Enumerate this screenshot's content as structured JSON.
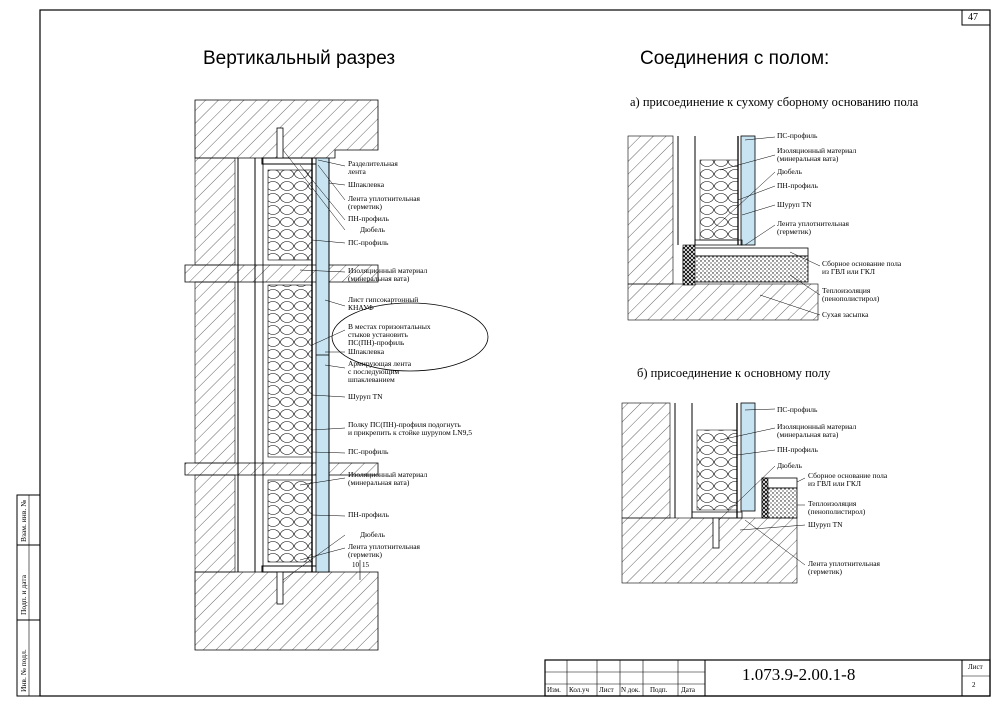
{
  "sheet": {
    "page_number": "47",
    "stamp": {
      "document_code": "1.073.9-2.00.1-8",
      "sheet_label": "Лист",
      "sheet_number": "2",
      "columns": [
        "Изм.",
        "Кол.уч",
        "Лист",
        "N док.",
        "Подп.",
        "Дата"
      ]
    },
    "side_fields": [
      "Взам. инв. №",
      "Подп. и дата",
      "Инв. № подл."
    ]
  },
  "left": {
    "title": "Вертикальный разрез",
    "labels": [
      "Разделительная\nлента",
      "Шпаклевка",
      "Лента уплотнительная\n(герметик)",
      "ПН-профиль",
      "Дюбель",
      "ПС-профиль",
      "Изоляционный материал\n(минеральная вата)",
      "Лист гипсокартонный\nКНАУФ",
      "В местах горизонтальных\nстыков установить\nПС(ПН)-профиль",
      "Шпаклевка",
      "Армирующая лента\nс последующим\nшпаклеванием",
      "Шуруп TN",
      "Полку ПС(ПН)-профиля подогнуть\nи прикрепить к стойке шурупом LN9,5",
      "ПС-профиль",
      "Изоляционный материал\n(минеральная вата)",
      "ПН-профиль",
      "Дюбель",
      "Лента уплотнительная\n(герметик)"
    ],
    "dims": [
      "10",
      "15"
    ]
  },
  "right": {
    "title": "Соединения с полом:",
    "a": {
      "heading": "а)  присоединение к сухому сборному основанию пола",
      "labels": [
        "ПС-профиль",
        "Изоляционный материал\n(минеральная вата)",
        "Дюбель",
        "ПН-профиль",
        "Шуруп TN",
        "Лента уплотнительная\n(герметик)",
        "Сборное основание пола\nиз ГВЛ или ГКЛ",
        "Теплоизоляция\n(пенополистирол)",
        "Сухая засыпка"
      ]
    },
    "b": {
      "heading": "б)  присоединение к основному полу",
      "labels": [
        "ПС-профиль",
        "Изоляционный материал\n(минеральная вата)",
        "ПН-профиль",
        "Дюбель",
        "Сборное основание пола\nиз ГВЛ или ГКЛ",
        "Теплоизоляция\n(пенополистирол)",
        "Шуруп TN",
        "Лента уплотнительная\n(герметик)"
      ]
    }
  },
  "colors": {
    "board": "#c8e4f2",
    "ink": "#000000",
    "paper": "#ffffff"
  }
}
